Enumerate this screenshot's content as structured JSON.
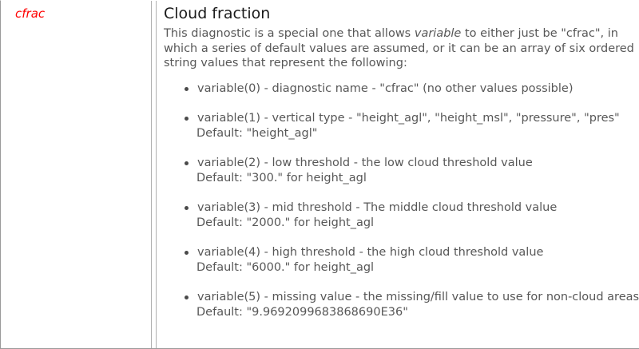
{
  "term": {
    "label": "cfrac"
  },
  "description": {
    "heading": "Cloud fraction",
    "intro_before_em": "This diagnostic is a special one that allows ",
    "intro_em": "variable",
    "intro_after_em": " to either just be \"cfrac\", in which a series of default values are assumed, or it can be an array of six ordered string values that represent the following:",
    "items": [
      {
        "text": "variable(0) - diagnostic name - \"cfrac\" (no other values possible)",
        "default": ""
      },
      {
        "text": "variable(1) - vertical type - \"height_agl\", \"height_msl\", \"pressure\", \"pres\"",
        "default": "Default: \"height_agl\""
      },
      {
        "text": "variable(2) - low threshold - the low cloud threshold value",
        "default": "Default: \"300.\" for height_agl"
      },
      {
        "text": "variable(3) - mid threshold - The middle cloud threshold value",
        "default": "Default: \"2000.\" for height_agl"
      },
      {
        "text": "variable(4) - high threshold - the high cloud threshold value",
        "default": "Default: \"6000.\" for height_agl"
      },
      {
        "text": "variable(5) - missing value - the missing/fill value to use for non-cloud areas",
        "default": "Default: \"9.9692099683868690E36\""
      }
    ]
  },
  "colors": {
    "term_text": "#ff0000",
    "heading_text": "#1a1a1a",
    "body_text": "#575757",
    "border": "#b0b0b0",
    "background": "#ffffff"
  }
}
